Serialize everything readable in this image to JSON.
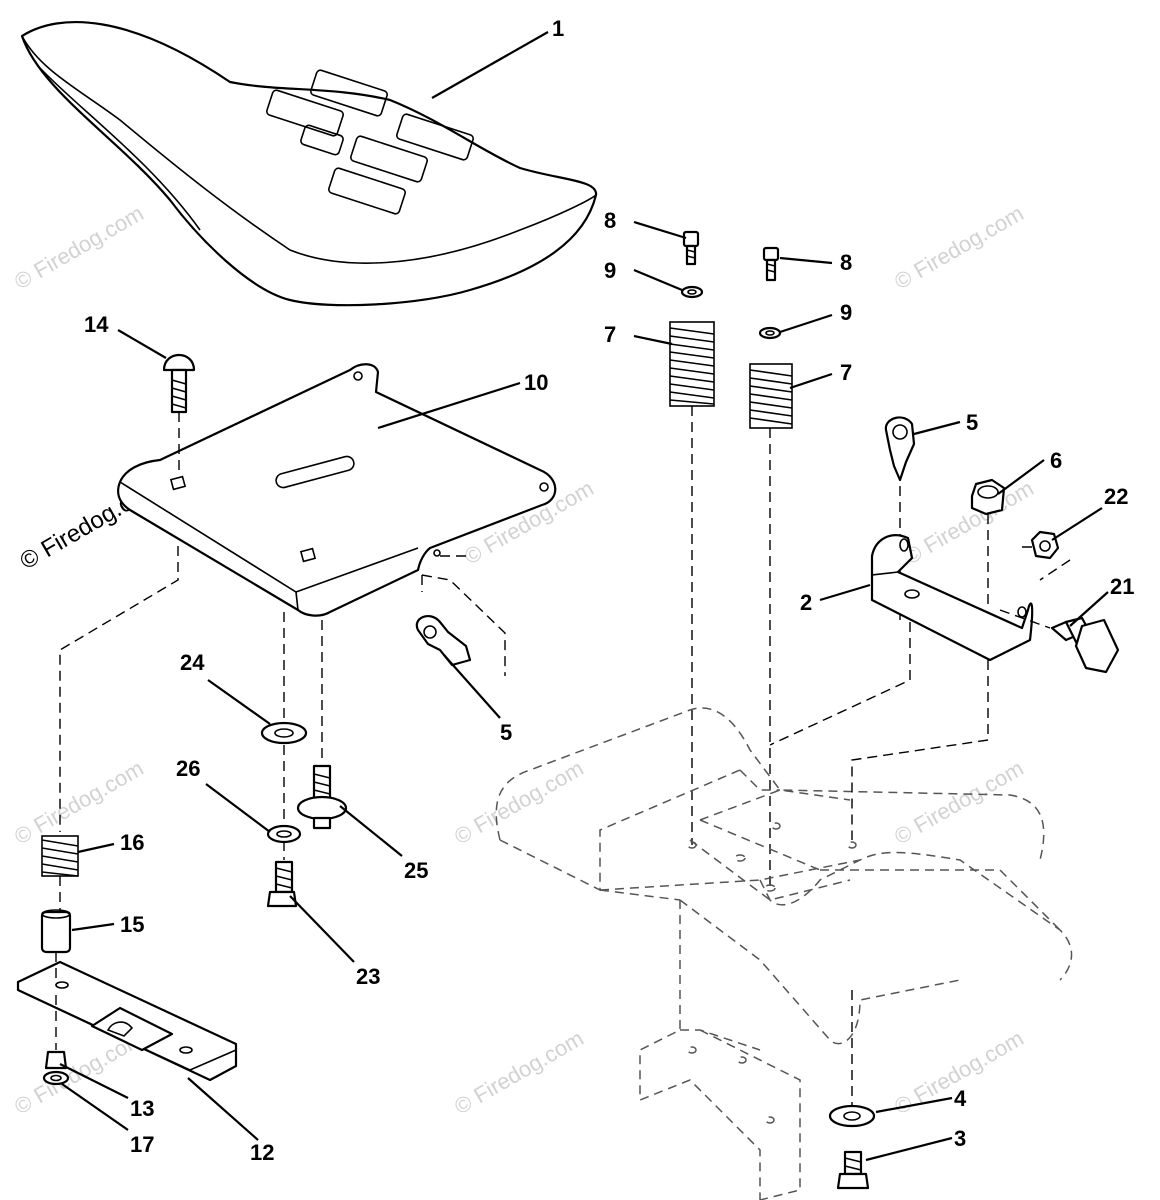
{
  "watermark": {
    "text": "© Firedog.com",
    "side_text": "© Firedog.com"
  },
  "callouts": [
    {
      "id": "c1",
      "label": "1"
    },
    {
      "id": "c8a",
      "label": "8"
    },
    {
      "id": "c9a",
      "label": "9"
    },
    {
      "id": "c7a",
      "label": "7"
    },
    {
      "id": "c8b",
      "label": "8"
    },
    {
      "id": "c9b",
      "label": "9"
    },
    {
      "id": "c7b",
      "label": "7"
    },
    {
      "id": "c14",
      "label": "14"
    },
    {
      "id": "c10",
      "label": "10"
    },
    {
      "id": "c5a",
      "label": "5"
    },
    {
      "id": "c6",
      "label": "6"
    },
    {
      "id": "c22",
      "label": "22"
    },
    {
      "id": "c2",
      "label": "2"
    },
    {
      "id": "c21",
      "label": "21"
    },
    {
      "id": "c5b",
      "label": "5"
    },
    {
      "id": "c24",
      "label": "24"
    },
    {
      "id": "c26",
      "label": "26"
    },
    {
      "id": "c25",
      "label": "25"
    },
    {
      "id": "c16",
      "label": "16"
    },
    {
      "id": "c15",
      "label": "15"
    },
    {
      "id": "c23",
      "label": "23"
    },
    {
      "id": "c4",
      "label": "4"
    },
    {
      "id": "c3",
      "label": "3"
    },
    {
      "id": "c13",
      "label": "13"
    },
    {
      "id": "c17",
      "label": "17"
    },
    {
      "id": "c12",
      "label": "12"
    }
  ]
}
